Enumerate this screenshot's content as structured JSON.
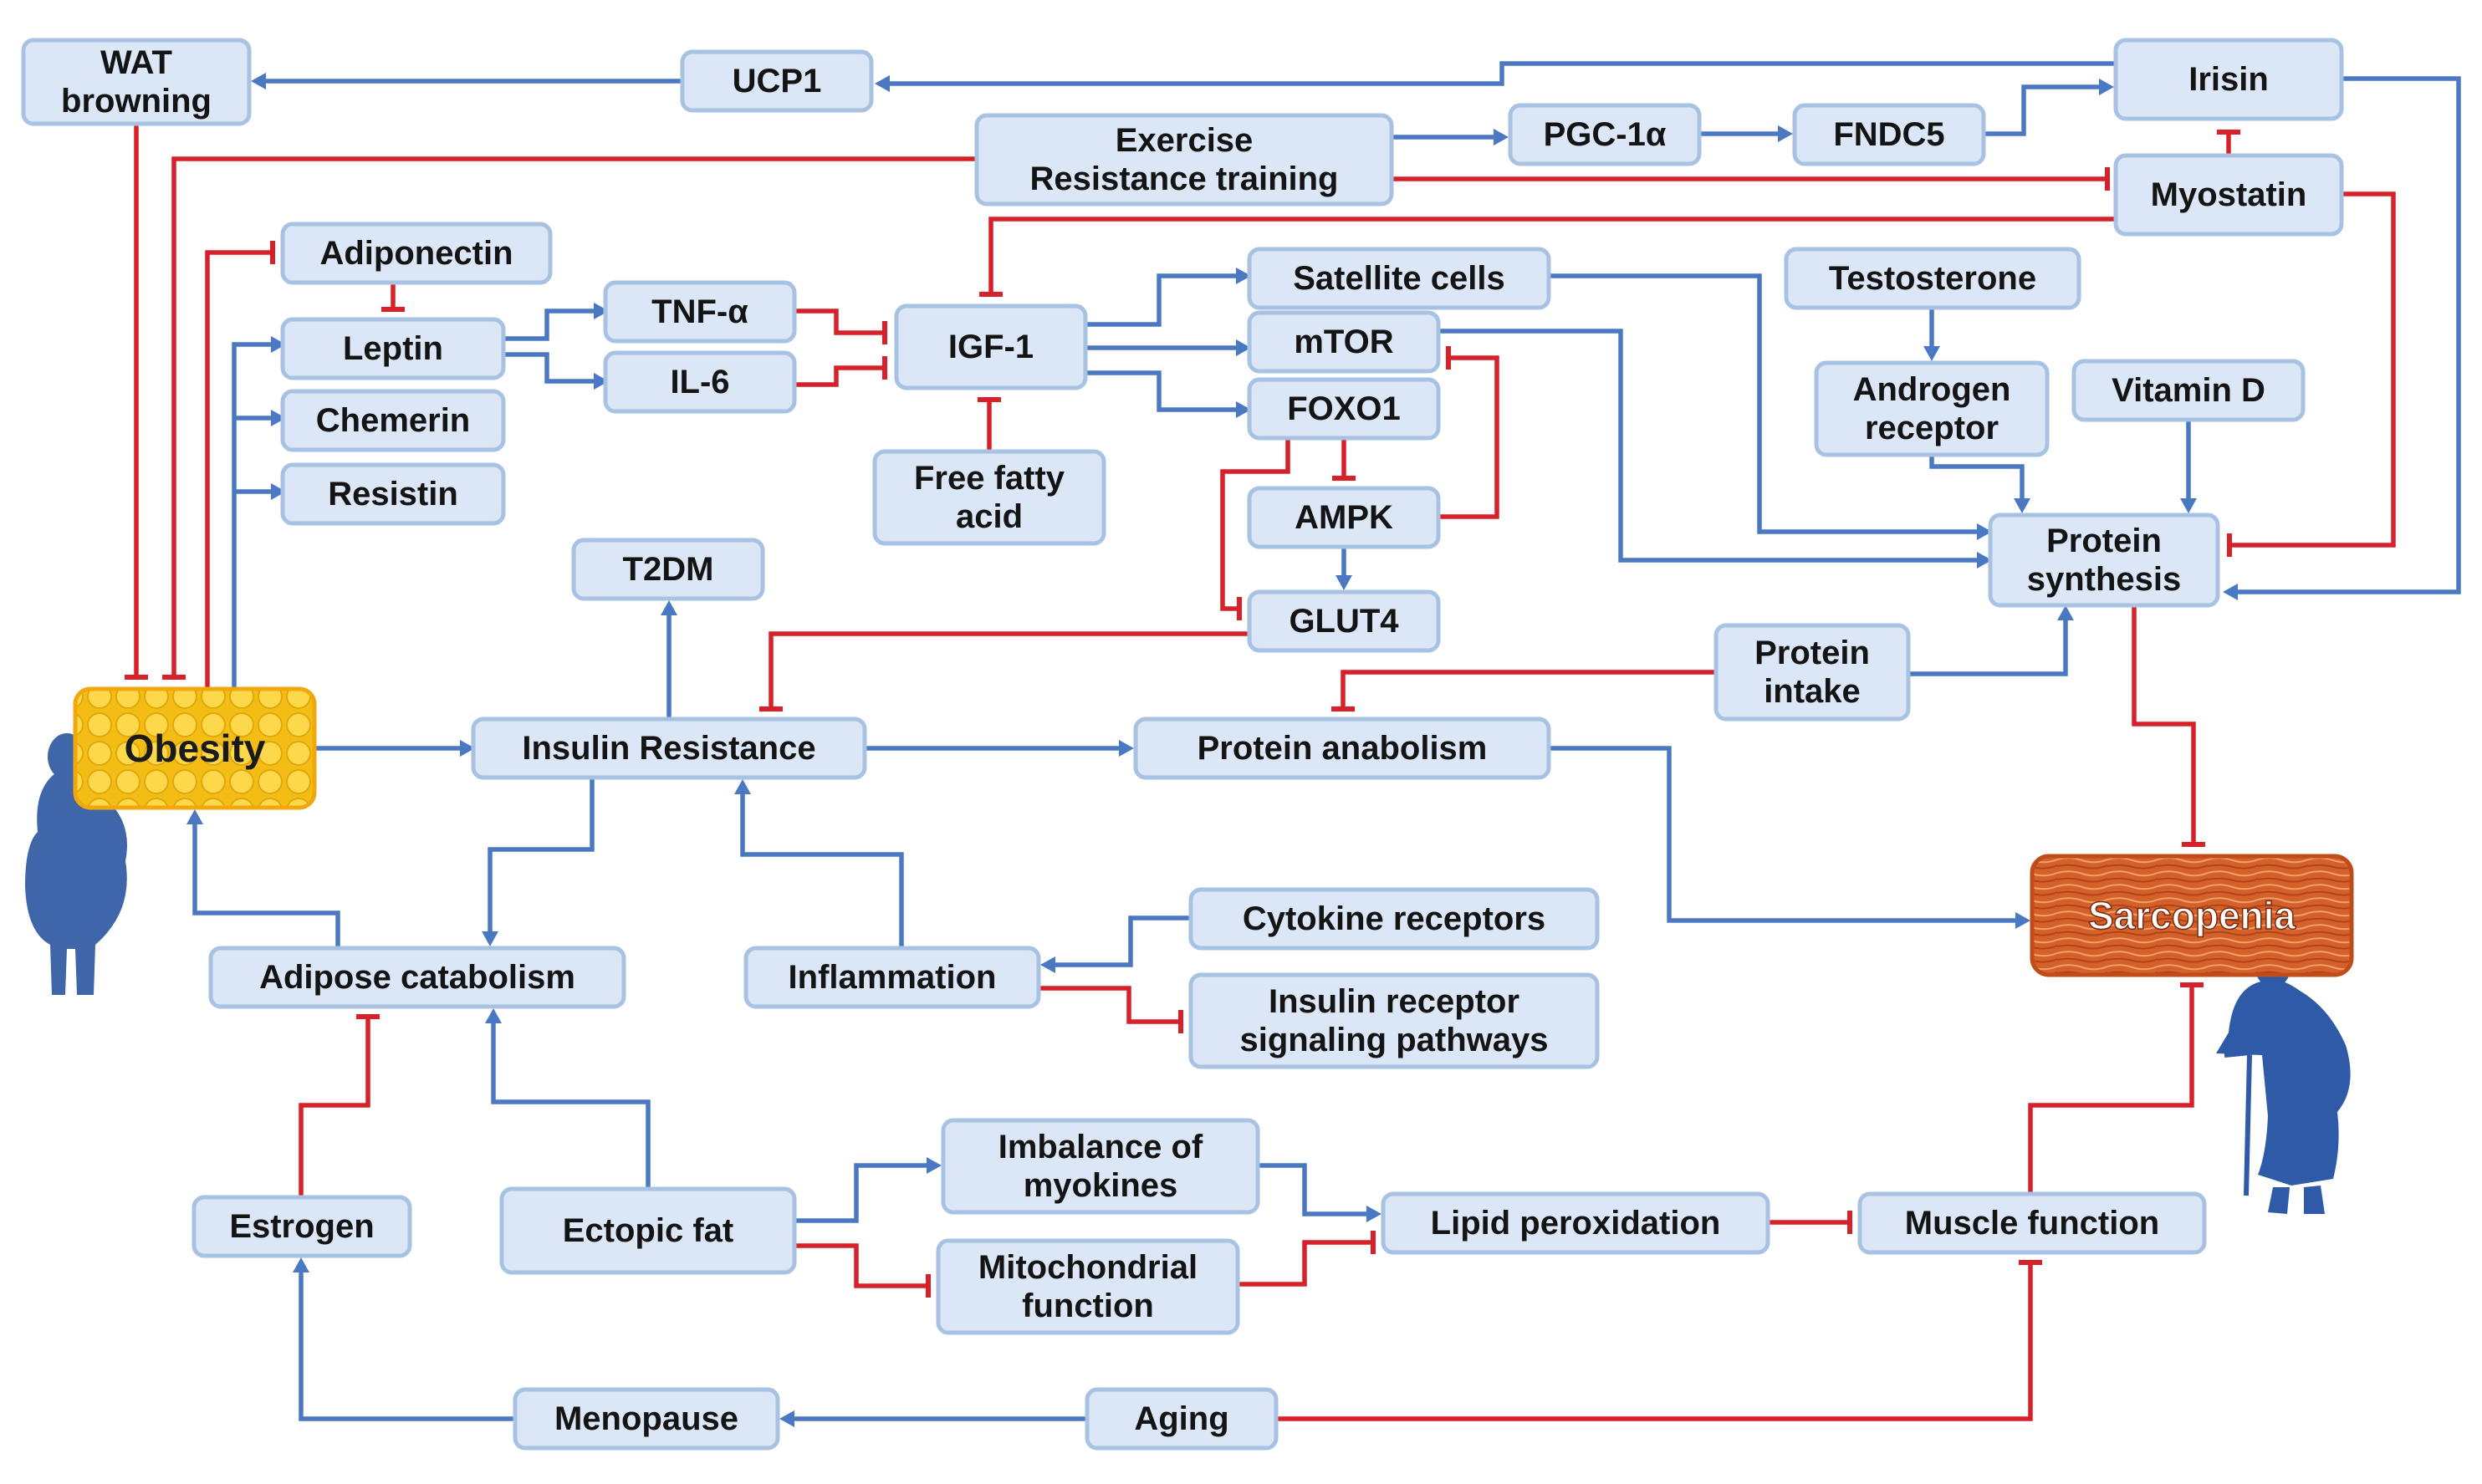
{
  "colors": {
    "box_fill": "#dbe7f6",
    "box_border": "#a8c2e3",
    "activation_arrow": "#4a78c2",
    "inhibition_arrow": "#d8202a",
    "obesity_fill": "#f7c51a",
    "sarcopenia_fill": "#d9662a",
    "silhouette": "#3f66a8"
  },
  "nodes": {
    "wat": [
      "WAT",
      "browning"
    ],
    "ucp1": [
      "UCP1"
    ],
    "irisin": [
      "Irisin"
    ],
    "exercise": [
      "Exercise",
      "Resistance training"
    ],
    "pgc": [
      "PGC-1α"
    ],
    "fndc5": [
      "FNDC5"
    ],
    "myostatin": [
      "Myostatin"
    ],
    "adiponectin": [
      "Adiponectin"
    ],
    "leptin": [
      "Leptin"
    ],
    "chemerin": [
      "Chemerin"
    ],
    "resistin": [
      "Resistin"
    ],
    "tnf": [
      "TNF-α"
    ],
    "il6": [
      "IL-6"
    ],
    "igf1": [
      "IGF-1"
    ],
    "ffa": [
      "Free fatty",
      "acid"
    ],
    "satellite": [
      "Satellite cells"
    ],
    "mtor": [
      "mTOR"
    ],
    "foxo1": [
      "FOXO1"
    ],
    "ampk": [
      "AMPK"
    ],
    "glut4": [
      "GLUT4"
    ],
    "testosterone": [
      "Testosterone"
    ],
    "androgen": [
      "Androgen",
      "receptor"
    ],
    "vitd": [
      "Vitamin D"
    ],
    "protsyn": [
      "Protein",
      "synthesis"
    ],
    "t2dm": [
      "T2DM"
    ],
    "protintake": [
      "Protein",
      "intake"
    ],
    "insres": [
      "Insulin Resistance"
    ],
    "protanab": [
      "Protein anabolism"
    ],
    "adicat": [
      "Adipose catabolism"
    ],
    "inflam": [
      "Inflammation"
    ],
    "cytorec": [
      "Cytokine receptors"
    ],
    "insrec": [
      "Insulin receptor",
      "signaling pathways"
    ],
    "imbal": [
      "Imbalance of",
      "myokines"
    ],
    "mito": [
      "Mitochondrial",
      "function"
    ],
    "ectopic": [
      "Ectopic fat"
    ],
    "estrogen": [
      "Estrogen"
    ],
    "lipid": [
      "Lipid peroxidation"
    ],
    "musclefn": [
      "Muscle function"
    ],
    "menopause": [
      "Menopause"
    ],
    "aging": [
      "Aging"
    ]
  },
  "special": {
    "obesity": "Obesity",
    "sarcopenia": "Sarcopenia"
  },
  "edges": [
    {
      "from": "irisin",
      "to": "ucp1",
      "type": "activation"
    },
    {
      "from": "ucp1",
      "to": "wat",
      "type": "activation"
    },
    {
      "from": "irisin",
      "to": "protsyn",
      "type": "activation"
    },
    {
      "from": "exercise",
      "to": "pgc",
      "type": "activation"
    },
    {
      "from": "pgc",
      "to": "fndc5",
      "type": "activation"
    },
    {
      "from": "fndc5",
      "to": "irisin",
      "type": "activation"
    },
    {
      "from": "exercise",
      "to": "myostatin",
      "type": "inhibition"
    },
    {
      "from": "exercise",
      "to": "obesity",
      "type": "inhibition"
    },
    {
      "from": "wat",
      "to": "obesity",
      "type": "inhibition"
    },
    {
      "from": "myostatin",
      "to": "irisin",
      "type": "inhibition"
    },
    {
      "from": "myostatin",
      "to": "igf1",
      "type": "inhibition"
    },
    {
      "from": "myostatin",
      "to": "protsyn",
      "type": "inhibition"
    },
    {
      "from": "obesity",
      "to": "adiponectin",
      "type": "inhibition"
    },
    {
      "from": "adiponectin",
      "to": "leptin",
      "type": "inhibition"
    },
    {
      "from": "obesity",
      "to": "leptin",
      "type": "activation"
    },
    {
      "from": "obesity",
      "to": "chemerin",
      "type": "activation"
    },
    {
      "from": "obesity",
      "to": "resistin",
      "type": "activation"
    },
    {
      "from": "leptin",
      "to": "tnf",
      "type": "activation"
    },
    {
      "from": "leptin",
      "to": "il6",
      "type": "activation"
    },
    {
      "from": "tnf",
      "to": "igf1",
      "type": "inhibition"
    },
    {
      "from": "il6",
      "to": "igf1",
      "type": "inhibition"
    },
    {
      "from": "ffa",
      "to": "igf1",
      "type": "inhibition"
    },
    {
      "from": "igf1",
      "to": "satellite",
      "type": "activation"
    },
    {
      "from": "igf1",
      "to": "mtor",
      "type": "activation"
    },
    {
      "from": "igf1",
      "to": "foxo1",
      "type": "activation"
    },
    {
      "from": "satellite",
      "to": "protsyn",
      "type": "activation"
    },
    {
      "from": "mtor",
      "to": "protsyn",
      "type": "activation"
    },
    {
      "from": "foxo1",
      "to": "ampk",
      "type": "inhibition"
    },
    {
      "from": "foxo1",
      "to": "glut4",
      "type": "inhibition"
    },
    {
      "from": "ampk",
      "to": "mtor",
      "type": "inhibition"
    },
    {
      "from": "ampk",
      "to": "glut4",
      "type": "activation"
    },
    {
      "from": "glut4",
      "to": "insres",
      "type": "inhibition"
    },
    {
      "from": "testosterone",
      "to": "androgen",
      "type": "activation"
    },
    {
      "from": "androgen",
      "to": "protsyn",
      "type": "activation"
    },
    {
      "from": "vitd",
      "to": "protsyn",
      "type": "activation"
    },
    {
      "from": "protsyn",
      "to": "sarcopenia",
      "type": "inhibition"
    },
    {
      "from": "protintake",
      "to": "protsyn",
      "type": "activation"
    },
    {
      "from": "protintake",
      "to": "protanab",
      "type": "inhibition"
    },
    {
      "from": "obesity",
      "to": "insres",
      "type": "activation"
    },
    {
      "from": "insres",
      "to": "t2dm",
      "type": "activation"
    },
    {
      "from": "insres",
      "to": "protanab",
      "type": "activation"
    },
    {
      "from": "protanab",
      "to": "sarcopenia",
      "type": "activation"
    },
    {
      "from": "insres",
      "to": "adicat",
      "type": "activation"
    },
    {
      "from": "adicat",
      "to": "obesity",
      "type": "activation"
    },
    {
      "from": "inflam",
      "to": "insres",
      "type": "activation"
    },
    {
      "from": "cytorec",
      "to": "inflam",
      "type": "activation"
    },
    {
      "from": "inflam",
      "to": "insrec",
      "type": "inhibition"
    },
    {
      "from": "estrogen",
      "to": "adicat",
      "type": "inhibition"
    },
    {
      "from": "ectopic",
      "to": "adicat",
      "type": "activation"
    },
    {
      "from": "ectopic",
      "to": "imbal",
      "type": "activation"
    },
    {
      "from": "ectopic",
      "to": "mito",
      "type": "inhibition"
    },
    {
      "from": "imbal",
      "to": "lipid",
      "type": "activation"
    },
    {
      "from": "mito",
      "to": "lipid",
      "type": "inhibition"
    },
    {
      "from": "lipid",
      "to": "musclefn",
      "type": "inhibition"
    },
    {
      "from": "musclefn",
      "to": "sarcopenia",
      "type": "inhibition"
    },
    {
      "from": "aging",
      "to": "menopause",
      "type": "activation"
    },
    {
      "from": "menopause",
      "to": "estrogen",
      "type": "activation"
    },
    {
      "from": "aging",
      "to": "musclefn",
      "type": "inhibition"
    }
  ]
}
